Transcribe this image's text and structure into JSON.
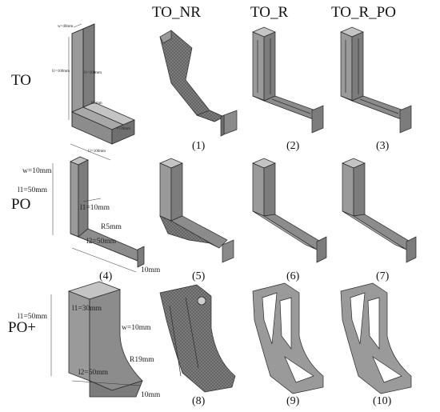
{
  "columns": [
    "TO_NR",
    "TO_R",
    "TO_R_PO"
  ],
  "rows": [
    "TO",
    "PO",
    "PO+"
  ],
  "panel_numbers": [
    "(1)",
    "(2)",
    "(3)",
    "(4)",
    "(5)",
    "(6)",
    "(7)",
    "(8)",
    "(9)",
    "(10)"
  ],
  "dims": {
    "to": {
      "w": "w=40mm",
      "l1": "l1=100mm",
      "l2": "l2=100mm",
      "r": "R5mm",
      "t": "t=20mm",
      "l1b": "l1=100mm"
    },
    "po": {
      "w": "w=10mm",
      "l1": "l1=50mm",
      "l1b": "l1=10mm",
      "r": "R5mm",
      "l2": "l2=50mm",
      "t": "10mm"
    },
    "pop": {
      "l1": "l1=50mm",
      "l1b": "l1=30mm",
      "w": "w=10mm",
      "r": "R19mm",
      "l2": "l2=50mm",
      "t": "10mm"
    }
  },
  "colors": {
    "solid_face": "#9a9a9a",
    "solid_top": "#c4c4c4",
    "solid_side": "#7c7c7c",
    "mesh": "#6e6e6e",
    "edge": "#2a2a2a"
  }
}
